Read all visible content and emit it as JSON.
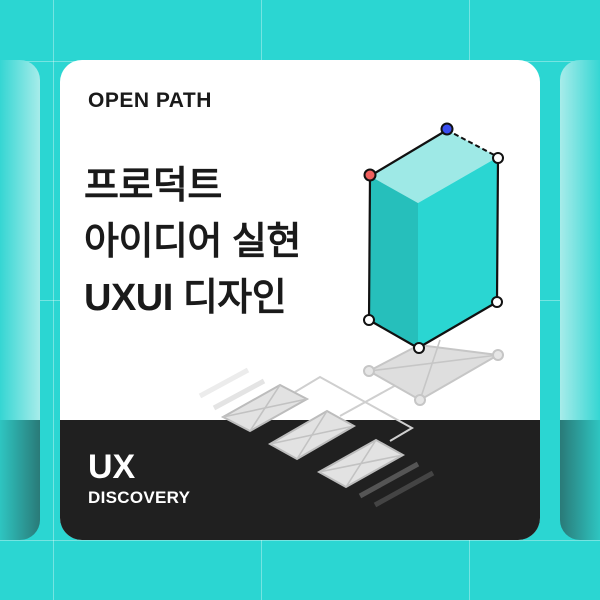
{
  "brand": {
    "name": "OPEN PATH"
  },
  "headline": {
    "lines": [
      "프로덕트",
      "아이디어 실현",
      "UXUI 디자인"
    ]
  },
  "tag": {
    "main": "UX",
    "sub": "DISCOVERY"
  },
  "colors": {
    "background": "#2bd6d2",
    "card": "#ffffff",
    "dark_band": "#202020",
    "cube_top": "#9ee9e6",
    "cube_left": "#26bfbb",
    "cube_right": "#2ad6d2",
    "handle_red": "#f0605e",
    "handle_blue": "#3a4ef0",
    "wireframe": "#d9d9d9"
  }
}
